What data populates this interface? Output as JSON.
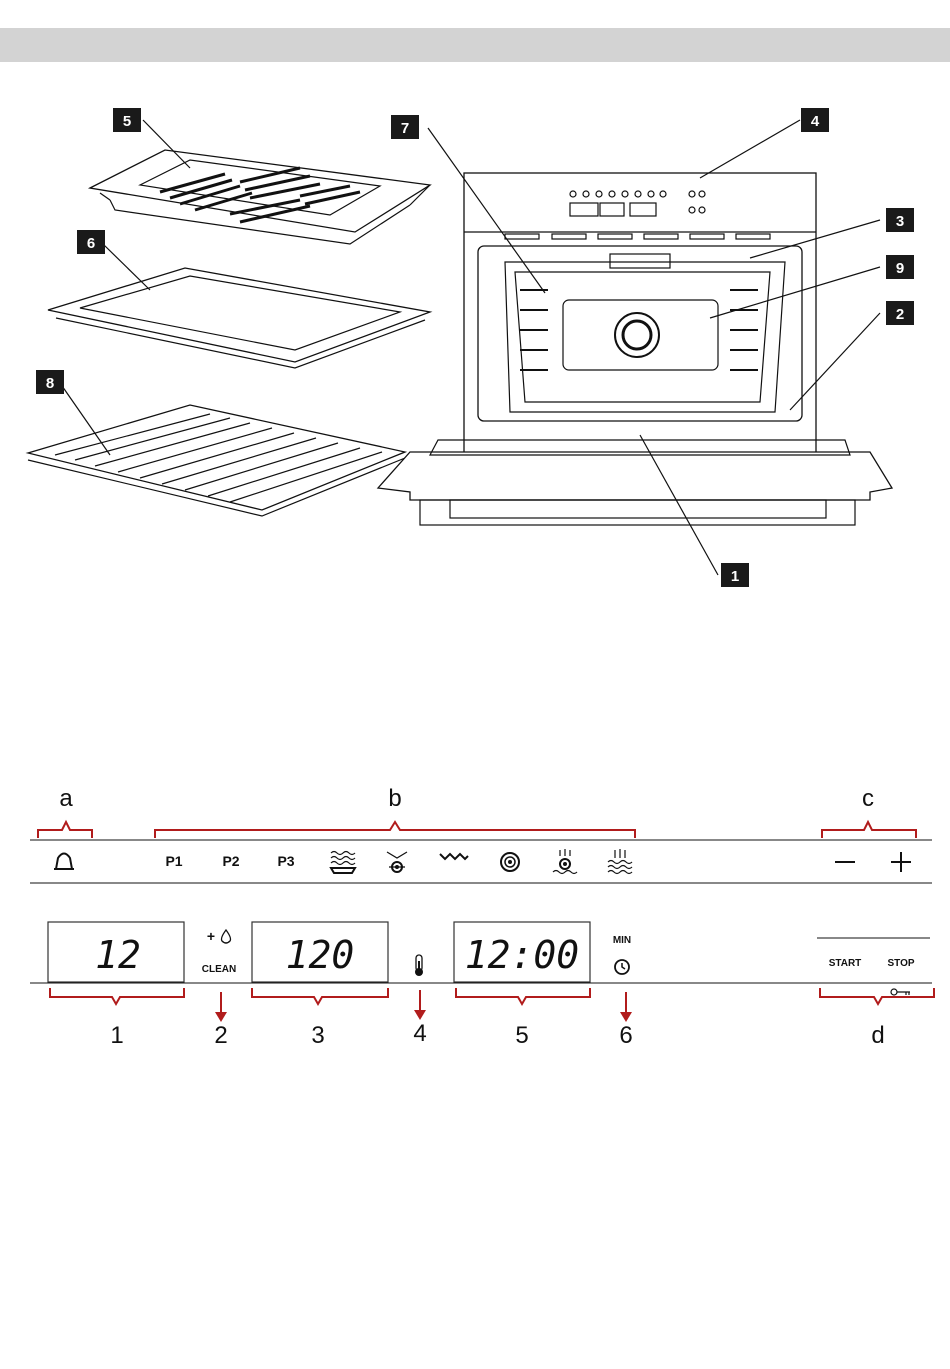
{
  "oven_callouts": [
    "5",
    "7",
    "4",
    "6",
    "3",
    "9",
    "2",
    "8",
    "1"
  ],
  "panel": {
    "group_labels": {
      "a": "a",
      "b": "b",
      "c": "c",
      "d": "d"
    },
    "programs": [
      "P1",
      "P2",
      "P3"
    ],
    "displays": {
      "d1": "12",
      "d3": "120",
      "d5": "12:00"
    },
    "clean_plus": "+",
    "clean_label": "CLEAN",
    "min_label": "MIN",
    "start_label": "START",
    "stop_label": "STOP",
    "numbers": [
      "1",
      "2",
      "3",
      "4",
      "5",
      "6"
    ]
  },
  "icons": [
    "bell-icon",
    "steam-tray-icon",
    "fan-defrost-icon",
    "grill-icon",
    "fan-icon",
    "steam-fan-icon",
    "steam-icon",
    "minus-icon",
    "plus-icon",
    "water-drop-icon",
    "thermometer-icon",
    "clock-icon",
    "key-icon"
  ],
  "colors": {
    "accent": "#b11c1c",
    "header_bar": "#d3d3d3"
  }
}
